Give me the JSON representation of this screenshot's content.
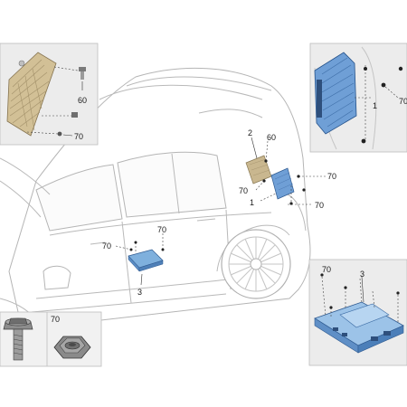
{
  "callouts": {
    "tl_60": "60",
    "tl_70": "70",
    "tr_1": "1",
    "tr_70": "70",
    "c_2": "2",
    "c_60": "60",
    "c_70_right": "70",
    "c_70_left": "70",
    "c_1": "1",
    "c_70_lower": "70",
    "door_70_a": "70",
    "door_70_b": "70",
    "door_3": "3",
    "bl_70": "70",
    "br_70": "70",
    "br_3": "3"
  },
  "colors": {
    "module_blue": "#6f9fd6",
    "module_tan": "#c9b78f",
    "inset_bg": "#ececec"
  },
  "icons": {
    "bolt": "bolt-icon",
    "nut": "nut-icon"
  }
}
